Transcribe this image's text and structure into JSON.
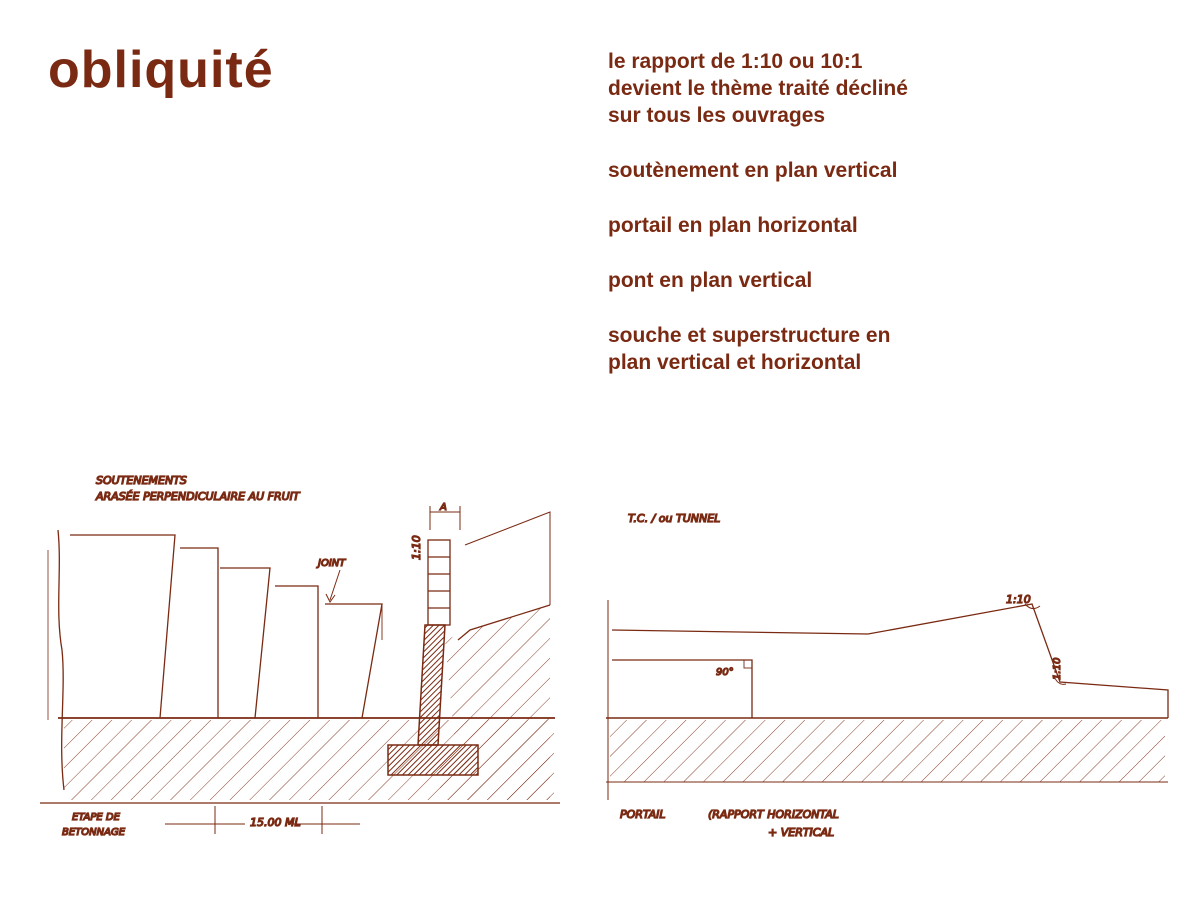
{
  "title": "obliquité",
  "text": {
    "intro": [
      "le rapport de 1:10 ou 10:1",
      "devient le thème traité décliné",
      "sur tous les ouvrages"
    ],
    "item_1": "soutènement en plan vertical",
    "item_2": "portail en plan horizontal",
    "item_3": "pont en plan vertical",
    "item_4": [
      "souche et superstructure en",
      "plan vertical et horizontal"
    ]
  },
  "sketch_left": {
    "heading_1": "SOUTENEMENTS",
    "heading_2": "ARASÉE PERPENDICULAIRE AU FRUIT",
    "label_joint": "JOINT",
    "label_ratio": "1:10",
    "label_a": "A",
    "label_step_1": "ETAPE DE",
    "label_step_2": "BETONNAGE",
    "label_length": "15.00 ML"
  },
  "sketch_right": {
    "heading": "T.C. / ou TUNNEL",
    "label_ratio_top": "1:10",
    "label_ratio_side": "1:10",
    "label_angle": "90°",
    "caption_1": "PORTAIL",
    "caption_2": "(RAPPORT HORIZONTAL",
    "caption_3": "+ VERTICAL"
  },
  "colors": {
    "ink": "#7a2a12",
    "background": "#ffffff"
  }
}
